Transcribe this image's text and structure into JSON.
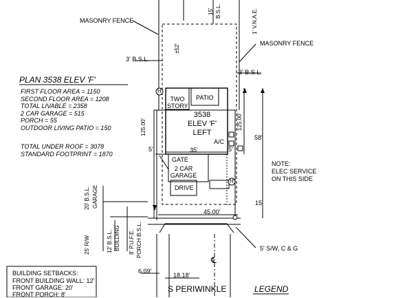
{
  "labels": {
    "masonry_fence_top": "MASONRY FENCE",
    "masonry_fence_right": "MASONRY FENCE",
    "bsl_left": "3' B.S.L.",
    "bsl_right": "3' B.S.L.",
    "dim_52": "±52'",
    "dim_15_top": "15'",
    "bsl_top": "B.S.L.",
    "vnae": "1' V.N.A.E.",
    "plan_title": "PLAN 3538 ELEV 'F'",
    "two_story": "TWO STORY",
    "patio": "PATIO",
    "plan_number": "3538",
    "elev": "ELEV 'F'",
    "left": "LEFT",
    "ac": "A/C",
    "dim_125_left": "125.00'",
    "dim_125_right": "125.00'",
    "dim_58": "58'",
    "dim_5_left": "5'",
    "dim_35": "35'",
    "dim_5_right": "5'",
    "gate": "GATE",
    "garage": "2 CAR GARAGE",
    "drive": "DRIVE",
    "note_title": "NOTE:",
    "note_line1": "ELEC SERVICE",
    "note_line2": "ON THIS SIDE",
    "dim_15_right": "15'",
    "dim_45": "45.00'",
    "bsl_20": "20' B.S.L.",
    "garage_vert": "GARAGE",
    "rw_25": "25' R/W",
    "bsl_12": "12' B.S.L.",
    "building_vert": "BUILDING",
    "pufe_8": "8' P.U.F.E.",
    "porch_bsl": "PORCH B.S.L.",
    "sw": "5' S/W, C & G",
    "centerline": "℄",
    "dim_609": "6.09'",
    "dim_1818": "18.18'",
    "street": "S  PERIWINKLE",
    "legend": "LEGEND",
    "hydrant_a": "H",
    "hydrant_b": "H"
  },
  "areas": [
    "FIRST FLOOR AREA = 1150",
    "SECOND FLOOR AREA = 1208",
    "TOTAL LIVABLE = 2358",
    "2 CAR GARAGE = 515",
    "PORCH = 55",
    "OUTDOOR LIVING PATIO = 150"
  ],
  "roof": [
    "TOTAL UNDER ROOF = 3078",
    "STANDARD FOOTPRINT = 1870"
  ],
  "setbacks": {
    "title": "BUILDING SETBACKS:",
    "lines": [
      "FRONT BUILDING WALL: 12'",
      "FRONT GARAGE: 20'",
      "FRONT PORCH: 8'"
    ]
  }
}
